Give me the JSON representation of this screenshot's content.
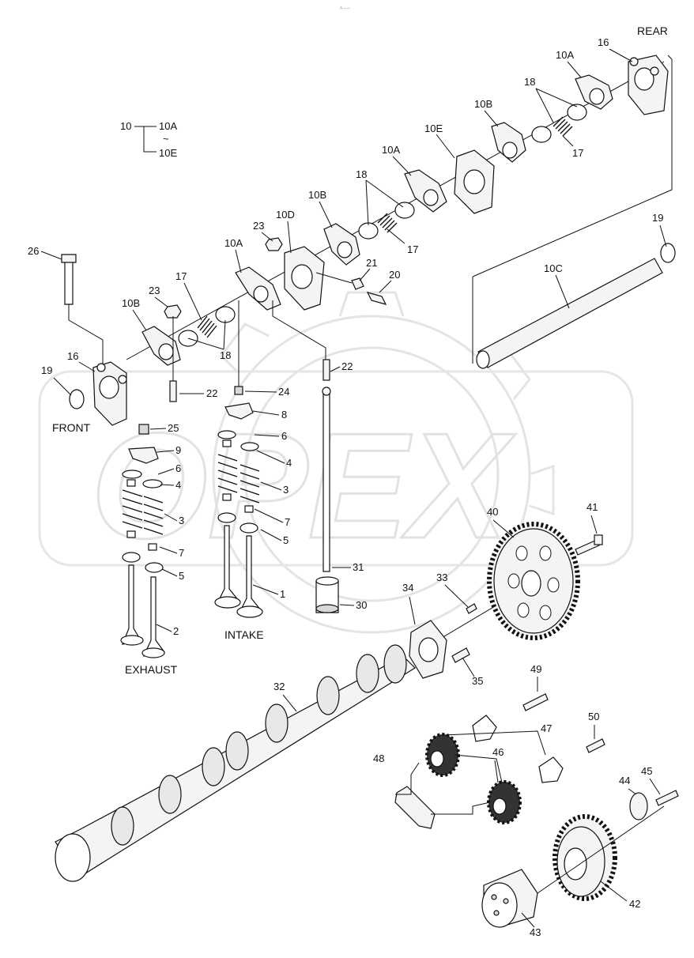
{
  "header": {
    "tiny_mark": "ℏ ⌐⌐⌐"
  },
  "watermark": {
    "text": "OPEX"
  },
  "legend": {
    "group_label": "10",
    "first": "10A",
    "range_mark": "~",
    "last": "10E"
  },
  "sections": {
    "front": "FRONT",
    "rear": "REAR",
    "intake": "INTAKE",
    "exhaust": "EXHAUST"
  },
  "callouts": [
    {
      "id": "c-16-rear",
      "text": "16"
    },
    {
      "id": "c-10a-1",
      "text": "10A"
    },
    {
      "id": "c-18-1",
      "text": "18"
    },
    {
      "id": "c-10b-1",
      "text": "10B"
    },
    {
      "id": "c-17-1",
      "text": "17"
    },
    {
      "id": "c-10e",
      "text": "10E"
    },
    {
      "id": "c-10a-2",
      "text": "10A"
    },
    {
      "id": "c-18-2",
      "text": "18"
    },
    {
      "id": "c-10b-2",
      "text": "10B"
    },
    {
      "id": "c-17-2",
      "text": "17"
    },
    {
      "id": "c-10d",
      "text": "10D"
    },
    {
      "id": "c-23-1",
      "text": "23"
    },
    {
      "id": "c-10a-3",
      "text": "10A"
    },
    {
      "id": "c-21",
      "text": "21"
    },
    {
      "id": "c-20",
      "text": "20"
    },
    {
      "id": "c-26",
      "text": "26"
    },
    {
      "id": "c-17-3",
      "text": "17"
    },
    {
      "id": "c-23-2",
      "text": "23"
    },
    {
      "id": "c-10b-3",
      "text": "10B"
    },
    {
      "id": "c-18-3",
      "text": "18"
    },
    {
      "id": "c-19-rear",
      "text": "19"
    },
    {
      "id": "c-10c",
      "text": "10C"
    },
    {
      "id": "c-16-front",
      "text": "16"
    },
    {
      "id": "c-19-front",
      "text": "19"
    },
    {
      "id": "c-22-1",
      "text": "22"
    },
    {
      "id": "c-22-2",
      "text": "22"
    },
    {
      "id": "c-24",
      "text": "24"
    },
    {
      "id": "c-25",
      "text": "25"
    },
    {
      "id": "c-8",
      "text": "8"
    },
    {
      "id": "c-9",
      "text": "9"
    },
    {
      "id": "c-6-1",
      "text": "6"
    },
    {
      "id": "c-6-2",
      "text": "6"
    },
    {
      "id": "c-4-1",
      "text": "4"
    },
    {
      "id": "c-4-2",
      "text": "4"
    },
    {
      "id": "c-3-1",
      "text": "3"
    },
    {
      "id": "c-3-2",
      "text": "3"
    },
    {
      "id": "c-7-1",
      "text": "7"
    },
    {
      "id": "c-7-2",
      "text": "7"
    },
    {
      "id": "c-5-1",
      "text": "5"
    },
    {
      "id": "c-5-2",
      "text": "5"
    },
    {
      "id": "c-31",
      "text": "31"
    },
    {
      "id": "c-30",
      "text": "30"
    },
    {
      "id": "c-1",
      "text": "1"
    },
    {
      "id": "c-2",
      "text": "2"
    },
    {
      "id": "c-40",
      "text": "40"
    },
    {
      "id": "c-41",
      "text": "41"
    },
    {
      "id": "c-33",
      "text": "33"
    },
    {
      "id": "c-34",
      "text": "34"
    },
    {
      "id": "c-35",
      "text": "35"
    },
    {
      "id": "c-32",
      "text": "32"
    },
    {
      "id": "c-49",
      "text": "49"
    },
    {
      "id": "c-47",
      "text": "47"
    },
    {
      "id": "c-50",
      "text": "50"
    },
    {
      "id": "c-48",
      "text": "48"
    },
    {
      "id": "c-46",
      "text": "46"
    },
    {
      "id": "c-44",
      "text": "44"
    },
    {
      "id": "c-45",
      "text": "45"
    },
    {
      "id": "c-42",
      "text": "42"
    },
    {
      "id": "c-43",
      "text": "43"
    }
  ]
}
